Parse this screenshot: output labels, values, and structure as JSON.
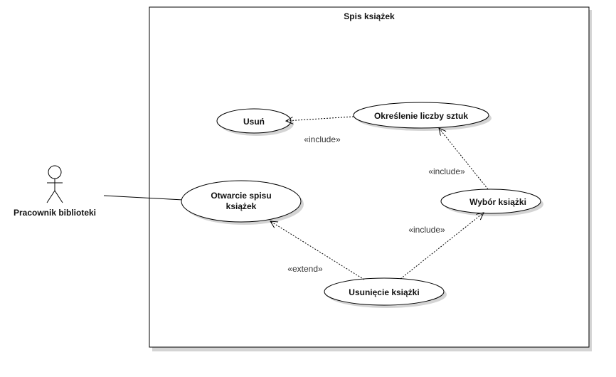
{
  "system": {
    "title": "Spis książek"
  },
  "actor": {
    "name": "Pracownik biblioteki"
  },
  "use_cases": {
    "usun": "Usuń",
    "okreslenie": "Określenie liczby sztuk",
    "otwarcie_line1": "Otwarcie spisu",
    "otwarcie_line2": "książek",
    "wybor": "Wybór książki",
    "usuniecie": "Usunięcie książki"
  },
  "relations": {
    "include_1": "«include»",
    "include_2": "«include»",
    "include_3": "«include»",
    "extend_1": "«extend»"
  },
  "colors": {
    "line": "#000000",
    "shadow": "#cccccc",
    "fill": "#ffffff"
  }
}
